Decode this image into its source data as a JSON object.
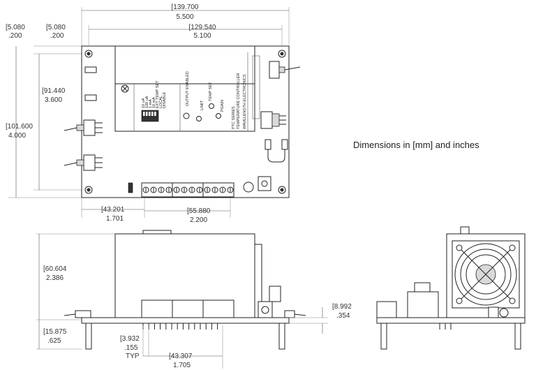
{
  "note": "Dimensions in [mm] and inches",
  "dimensions": {
    "overall_width": {
      "mm": "[139.700",
      "in": "5.500"
    },
    "hole_span_x": {
      "mm": "[129.540",
      "in": "5.100"
    },
    "left_edge_a": {
      "mm": "[5.080",
      "in": ".200"
    },
    "left_edge_b": {
      "mm": "[5.080",
      "in": ".200"
    },
    "hole_span_y": {
      "mm": "[91.440",
      "in": "3.600"
    },
    "overall_height": {
      "mm": "[101.600",
      "in": "4.000"
    },
    "terminal_offset": {
      "mm": "[43.201",
      "in": "1.701"
    },
    "terminal_length": {
      "mm": "[55.880",
      "in": "2.200"
    },
    "side_height": {
      "mm": "[60.604",
      "in": "2.386"
    },
    "standoff": {
      "mm": "[15.875",
      "in": ".625"
    },
    "pcb_thickness": {
      "mm": "[8.992",
      "in": ".354"
    },
    "pin_pitch": {
      "mm": "[3.932",
      "in": ".155",
      "suffix": "TYP"
    },
    "pin_span": {
      "mm": "[43.307",
      "in": "1.705"
    }
  },
  "board_labels": {
    "dip_functions": [
      "10 uA",
      "100 uA",
      "1 mA",
      "10 mA",
      "EXT TEMP SET",
      "LOCAL",
      "DISABLE"
    ],
    "output_enabled": "OUTPUT ENABLED",
    "limit": "LIMIT",
    "temp_set": "TEMP SET",
    "pgain": "PGAIN",
    "series": "PTC SERIES",
    "product": "TEMPERATURE CONTROLLER",
    "brand": "WAVELENGTH ELECTRONICS"
  }
}
